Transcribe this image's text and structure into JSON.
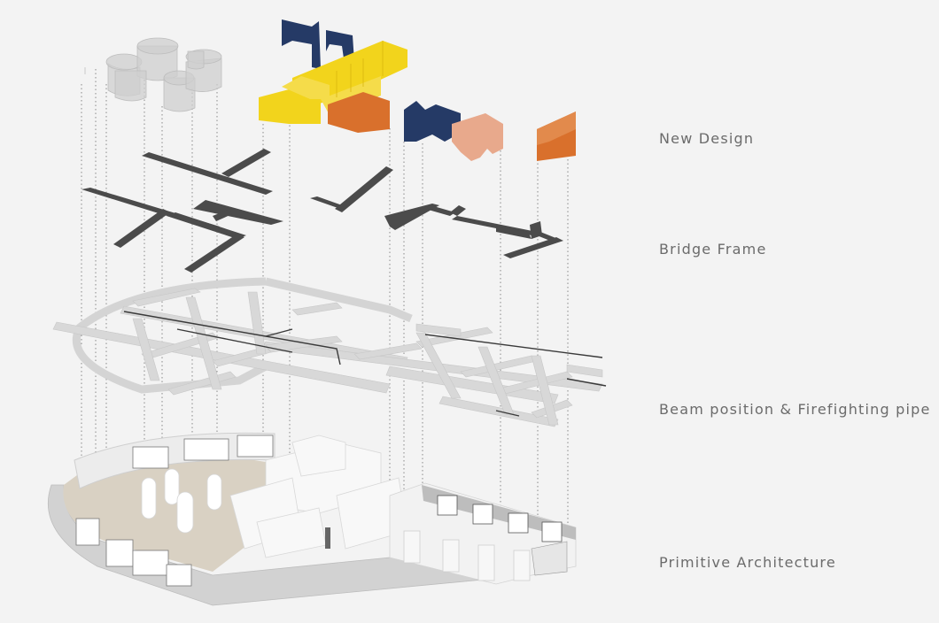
{
  "layers": [
    {
      "label": "New Design"
    },
    {
      "label": "Bridge Frame"
    },
    {
      "label": "Beam position & Firefighting pipe"
    },
    {
      "label": "Primitive Architecture"
    }
  ],
  "colors": {
    "background": "#f3f3f3",
    "navy": "#253a66",
    "yellow": "#f2d41c",
    "yellow_light": "#f5dc4a",
    "orange": "#d9702c",
    "peach": "#e8a98c",
    "bridge_frame": "#4b4b4b",
    "beam_grey": "#d8d8d8",
    "projection_line": "#888888",
    "label_text": "#6b6b6b"
  }
}
